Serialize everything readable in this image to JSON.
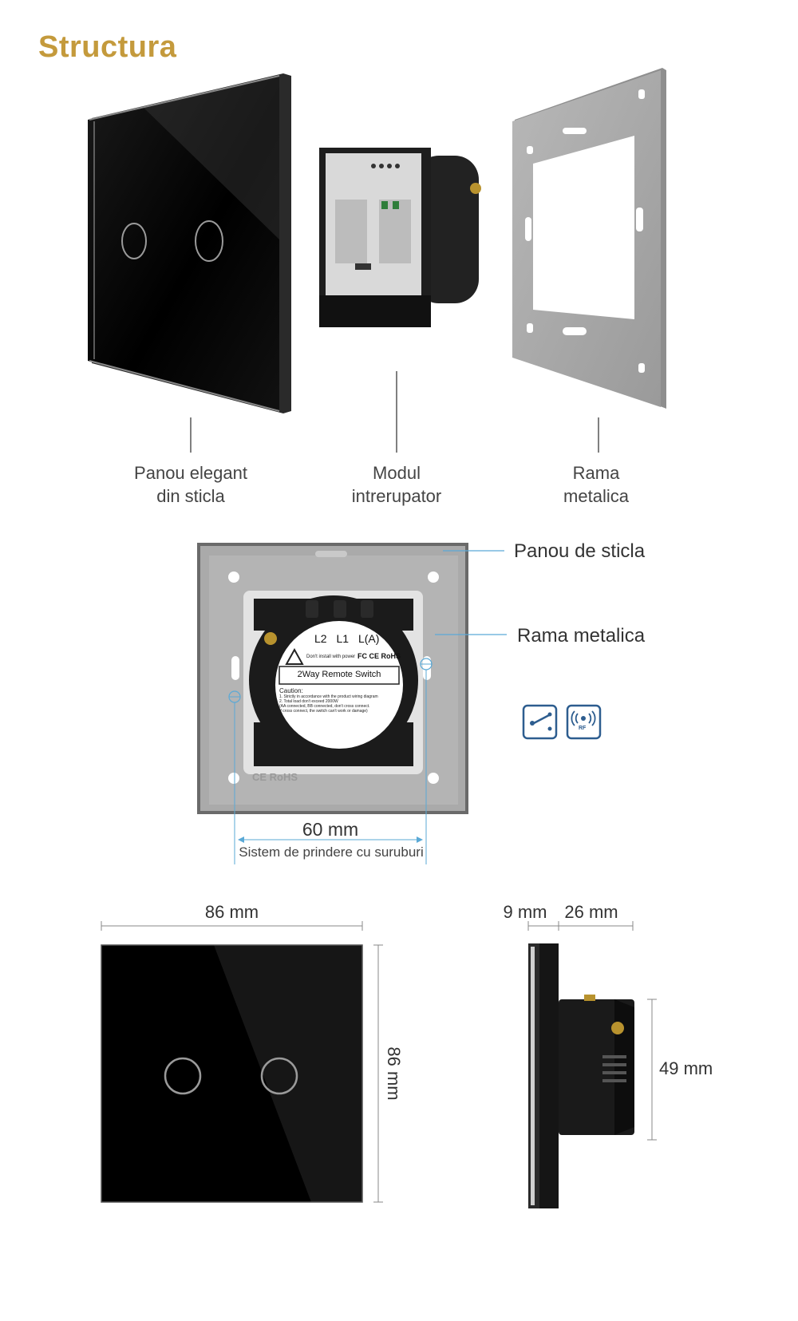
{
  "heading": "Structura",
  "components": [
    {
      "line1": "Panou elegant",
      "line2": "din sticla"
    },
    {
      "line1": "Modul",
      "line2": "intrerupator"
    },
    {
      "line1": "Rama",
      "line2": "metalica"
    }
  ],
  "back_view": {
    "callout_glass": "Panou de sticla",
    "callout_frame": "Rama metalica",
    "terminals": [
      "L2",
      "L1",
      "L(A)"
    ],
    "warning": "Don't install with power",
    "certs": "FC CE RoHS",
    "model": "2Way Remote Switch",
    "caution_title": "Caution:",
    "caution_lines": [
      "1. Strictly in accordance with the product wiring diagram",
      "2. Total load don't exceed 2000W",
      "(AA connected, BB connected, don't cross connect.",
      "If cross connect, the switch can't work or damage)"
    ],
    "frame_mark": "CE RoHS",
    "mount_distance": "60 mm",
    "mount_caption": "Sistem de prindere cu suruburi",
    "icons": [
      "2way-switch-icon",
      "rf-remote-icon"
    ],
    "rf_label": "RF"
  },
  "dimensions": {
    "width": "86 mm",
    "height": "86 mm",
    "glass_depth": "9 mm",
    "module_depth": "26 mm",
    "module_height": "49 mm"
  },
  "colors": {
    "heading": "#c49a3c",
    "dim_line": "#5aa9d6",
    "frame": "#a8a8a8",
    "glass": "#0b0b0b"
  }
}
